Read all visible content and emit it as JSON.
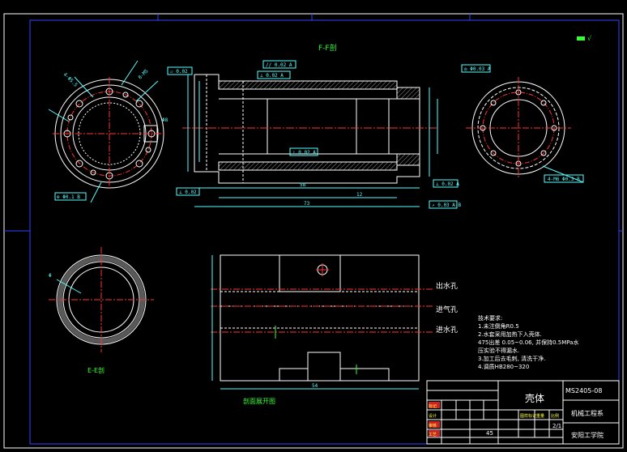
{
  "colors": {
    "background": "#000000",
    "outline": "#ffffff",
    "centerline": "#ff3333",
    "section_label": "#33ff33",
    "dimension": "#55ffff",
    "hatch": "#ffffff",
    "frame": "#3344ff",
    "title_yellow": "#ffff44"
  },
  "views": {
    "ff_title": "F-F剖",
    "ee_title": "E-E剖",
    "unfold_title": "剖面展开图"
  },
  "ports": {
    "water_out": "出水孔",
    "air_in": "进气孔",
    "water_in": "进水孔"
  },
  "requirements": {
    "heading": "技术要求:",
    "items": [
      "1.未注倒角R0.5",
      "2.水套采用加热下入壳体.",
      "475出差 0.05~0.06, 并保持0.5MPa水",
      "压实验不得漏水.",
      "3.加工后去毛刺, 清洗干净.",
      "4.调质HB280~320"
    ]
  },
  "titleblock": {
    "part_name": "壳体",
    "drawing_no": "MS2405-08",
    "department": "机械工程系",
    "school": "安阳工学院",
    "scale": "2/1",
    "material_code": "45",
    "marks": [
      "图样标记",
      "重量",
      "比例"
    ],
    "rows": [
      "标记",
      "设计",
      "审核",
      "工艺"
    ]
  },
  "dimensions": {
    "total_length": "73",
    "inner_length": "58",
    "groove": "12",
    "unfold_length": "54"
  }
}
